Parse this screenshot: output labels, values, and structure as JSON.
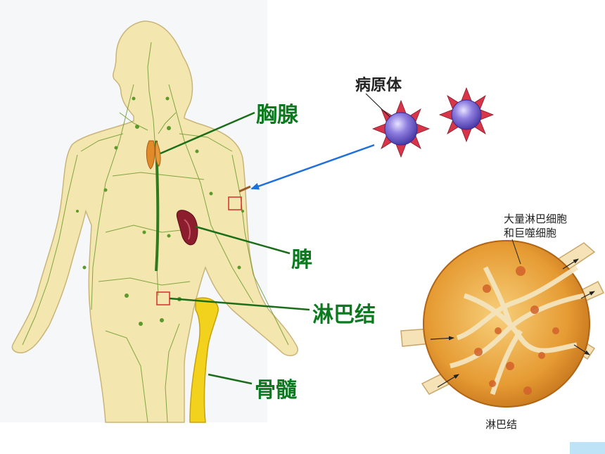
{
  "labels": {
    "thymus": "胸腺",
    "spleen": "脾",
    "lymph_node": "淋巴结",
    "bone_marrow": "骨髓",
    "pathogen": "病原体",
    "inset_note_line1": "大量淋巴细胞",
    "inset_note_line2": "和巨噬细胞",
    "inset_caption": "淋巴结"
  },
  "colors": {
    "label_green": "#0b7a1f",
    "leader_green": "#1a6e1a",
    "arrow_blue": "#1f6fdc",
    "body_skin": "#f3e6ae",
    "lymph_vessel": "#4f8f2a",
    "thymus": "#e08a2a",
    "spleen": "#8b1d2c",
    "marrow": "#f2d21c",
    "pathogen_core": "#6f5fd0",
    "pathogen_spike": "#d8344a",
    "node_capsule": "#e2972e"
  },
  "icons": [
    "pathogen-icon",
    "spleen-icon",
    "thymus-icon",
    "lymph-node-icon"
  ]
}
